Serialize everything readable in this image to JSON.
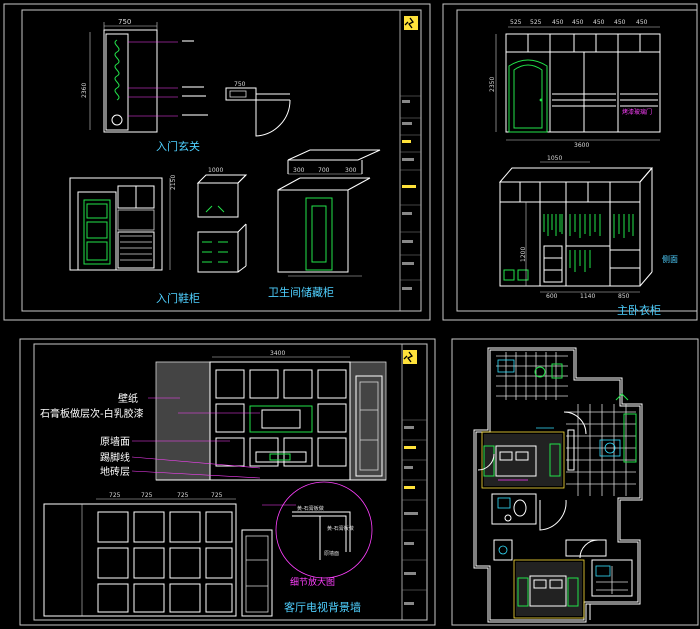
{
  "colors": {
    "background": "#000000",
    "frame": "#c8c8c8",
    "title_cyan": "#4fd0ff",
    "green": "#22e34a",
    "magenta": "#ff40ff",
    "yellow": "#ffe23a",
    "white": "#ffffff"
  },
  "icons": [
    "logo-runner-icon",
    "scale-figure-icon"
  ],
  "panels": {
    "entrance": {
      "title_foyer": "入门玄关",
      "title_shoe": "入门鞋柜",
      "title_bath": "卫生间储藏柜",
      "dims": {
        "foyer_width": "750",
        "foyer_height": "2360",
        "plan_width": "750",
        "shoe_w1": "1000",
        "shoe_h": "2150",
        "bath_w1": "300",
        "bath_w2": "700",
        "bath_w3": "300"
      }
    },
    "wardrobe": {
      "title": "主卧衣柜",
      "top_dims": [
        "525",
        "525",
        "450",
        "450",
        "450",
        "450",
        "450"
      ],
      "total_width": "3600",
      "height": "2350",
      "inner_note": "烤漆玻璃门",
      "lower_top": "1050",
      "lower_dims": [
        "600",
        "1140",
        "850"
      ],
      "side_label": "侧面"
    },
    "tv_wall": {
      "title": "客厅电视背景墙",
      "top_dim": "3400",
      "labels": [
        "壁纸",
        "石膏板做层次-白乳胶漆",
        "原墙面",
        "踢脚线",
        "地砖层"
      ],
      "lower_dims": [
        "725",
        "725",
        "725",
        "725"
      ],
      "detail_title": "细节放大图",
      "detail_notes": [
        "黄-石膏板做",
        "黄-石膏板做",
        "原墙面"
      ]
    }
  }
}
